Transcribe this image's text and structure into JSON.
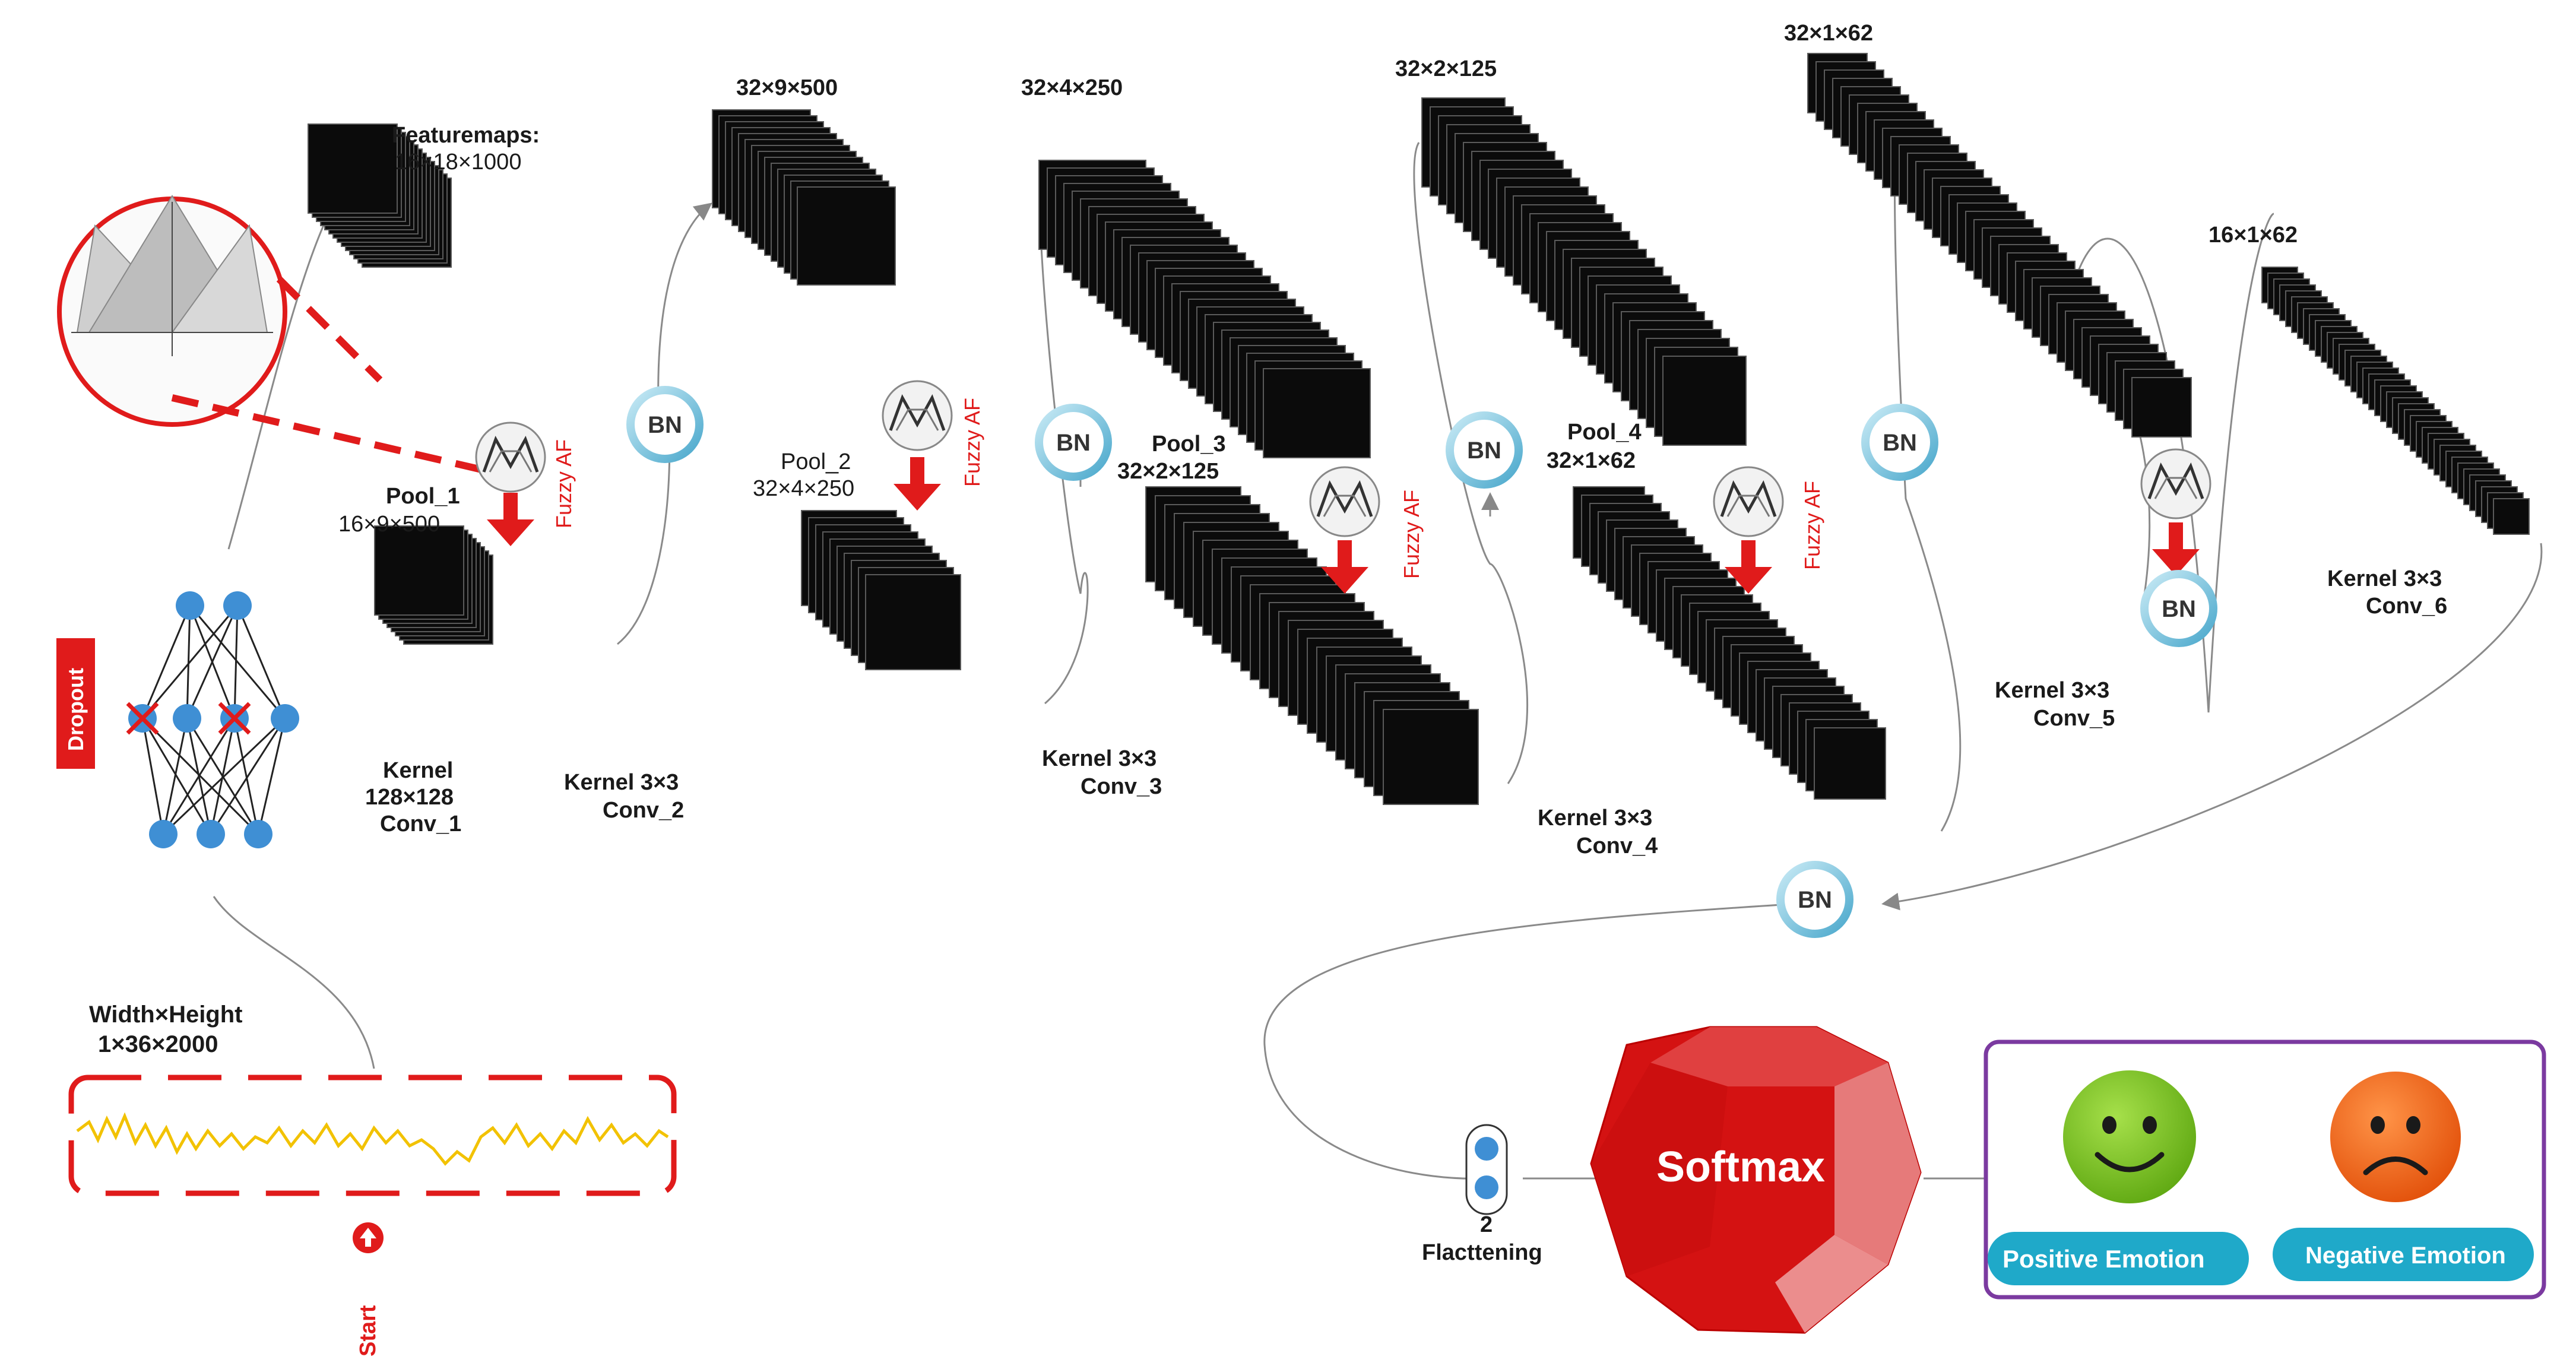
{
  "input": {
    "title": "Width×Height",
    "size": "1×36×2000",
    "start": "Start"
  },
  "dropout": "Dropout",
  "conv1": {
    "kernel": "Kernel",
    "kernel_size": "128×128",
    "name": "Conv_1",
    "featuremaps_title": "Featuremaps:",
    "featuremaps_size": "16×18×1000"
  },
  "pool1": {
    "name": "Pool_1",
    "size": "16×9×500"
  },
  "conv2": {
    "kernel": "Kernel 3×3",
    "name": "Conv_2",
    "size": "32×9×500"
  },
  "pool2": {
    "name": "Pool_2",
    "size": "32×4×250"
  },
  "conv3": {
    "kernel": "Kernel 3×3",
    "name": "Conv_3",
    "size": "32×4×250"
  },
  "pool3": {
    "name": "Pool_3",
    "size": "32×2×125"
  },
  "conv4": {
    "kernel": "Kernel 3×3",
    "name": "Conv_4",
    "size": "32×2×125"
  },
  "pool4": {
    "name": "Pool_4",
    "size": "32×1×62"
  },
  "conv5": {
    "kernel": "Kernel 3×3",
    "name": "Conv_5",
    "size": "32×1×62"
  },
  "conv6": {
    "kernel": "Kernel 3×3",
    "name": "Conv_6",
    "size": "16×1×62"
  },
  "fuzzy_af": "Fuzzy AF",
  "bn": "BN",
  "flatten": {
    "count": "2",
    "name": "Flacttening"
  },
  "softmax": "Softmax",
  "outputs": {
    "positive": "Positive Emotion",
    "negative": "Negative Emotion"
  },
  "colors": {
    "accent_red": "#e01b1b",
    "bn_blue": "#5bb8d6",
    "signal": "#f2c200",
    "node_blue": "#3f8fd4",
    "output_border": "#7b3aa0",
    "happy_face": "#7cc420",
    "sad_face": "#f36a10",
    "pill": "#1fa9c9"
  }
}
